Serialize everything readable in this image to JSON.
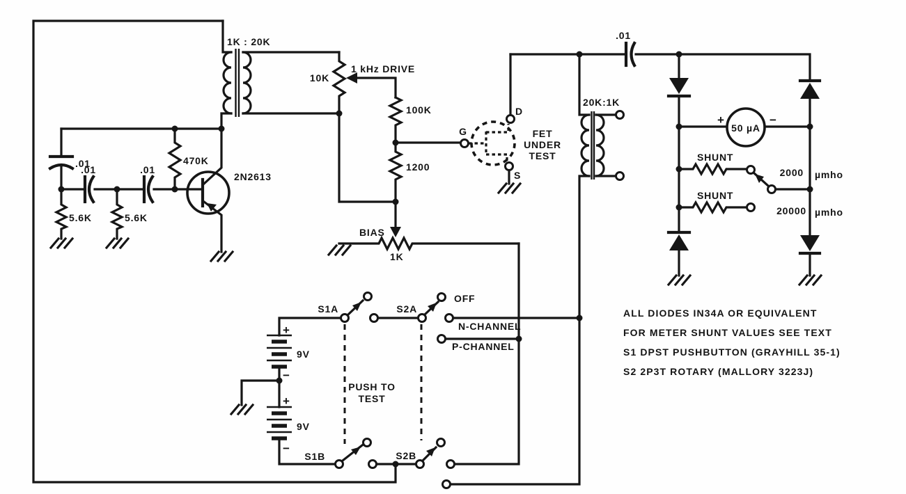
{
  "oscillator": {
    "transformer_ratio": "1K : 20K",
    "cap1": ".01",
    "cap2": ".01",
    "cap3": ".01",
    "r_feedback": "470K",
    "r1": "5.6K",
    "r2": "5.6K",
    "transistor": "2N2613"
  },
  "drive": {
    "pot": "10K",
    "signal": "1 kHz DRIVE",
    "r_upper": "100K",
    "r_lower": "1200",
    "bias_label": "BIAS",
    "bias_pot": "1K"
  },
  "fet": {
    "drain": "D",
    "gate": "G",
    "source": "S",
    "caption": [
      "FET",
      "UNDER",
      "TEST"
    ]
  },
  "output": {
    "coupling_cap": ".01",
    "transformer_ratio": "20K:1K",
    "meter": "50 µA",
    "meter_plus": "+",
    "meter_minus": "−",
    "shunt1": "SHUNT",
    "shunt2": "SHUNT",
    "range1": "2000",
    "range1_unit": "µmho",
    "range2": "20000",
    "range2_unit": "µmho"
  },
  "power": {
    "battery1": "9V",
    "battery2": "9V",
    "b1_plus": "+",
    "b1_minus": "−",
    "b2_plus": "+",
    "b2_minus": "−"
  },
  "switches": {
    "s1a": "S1A",
    "s1b": "S1B",
    "s2a": "S2A",
    "s2b": "S2B",
    "off": "OFF",
    "n_channel": "N-CHANNEL",
    "p_channel": "P-CHANNEL",
    "push_label": [
      "PUSH TO",
      "TEST"
    ]
  },
  "notes": [
    "ALL DIODES IN34A OR EQUIVALENT",
    "FOR METER SHUNT VALUES SEE TEXT",
    "S1  DPST PUSHBUTTON (GRAYHILL 35-1)",
    "S2  2P3T ROTARY (MALLORY 3223J)"
  ]
}
